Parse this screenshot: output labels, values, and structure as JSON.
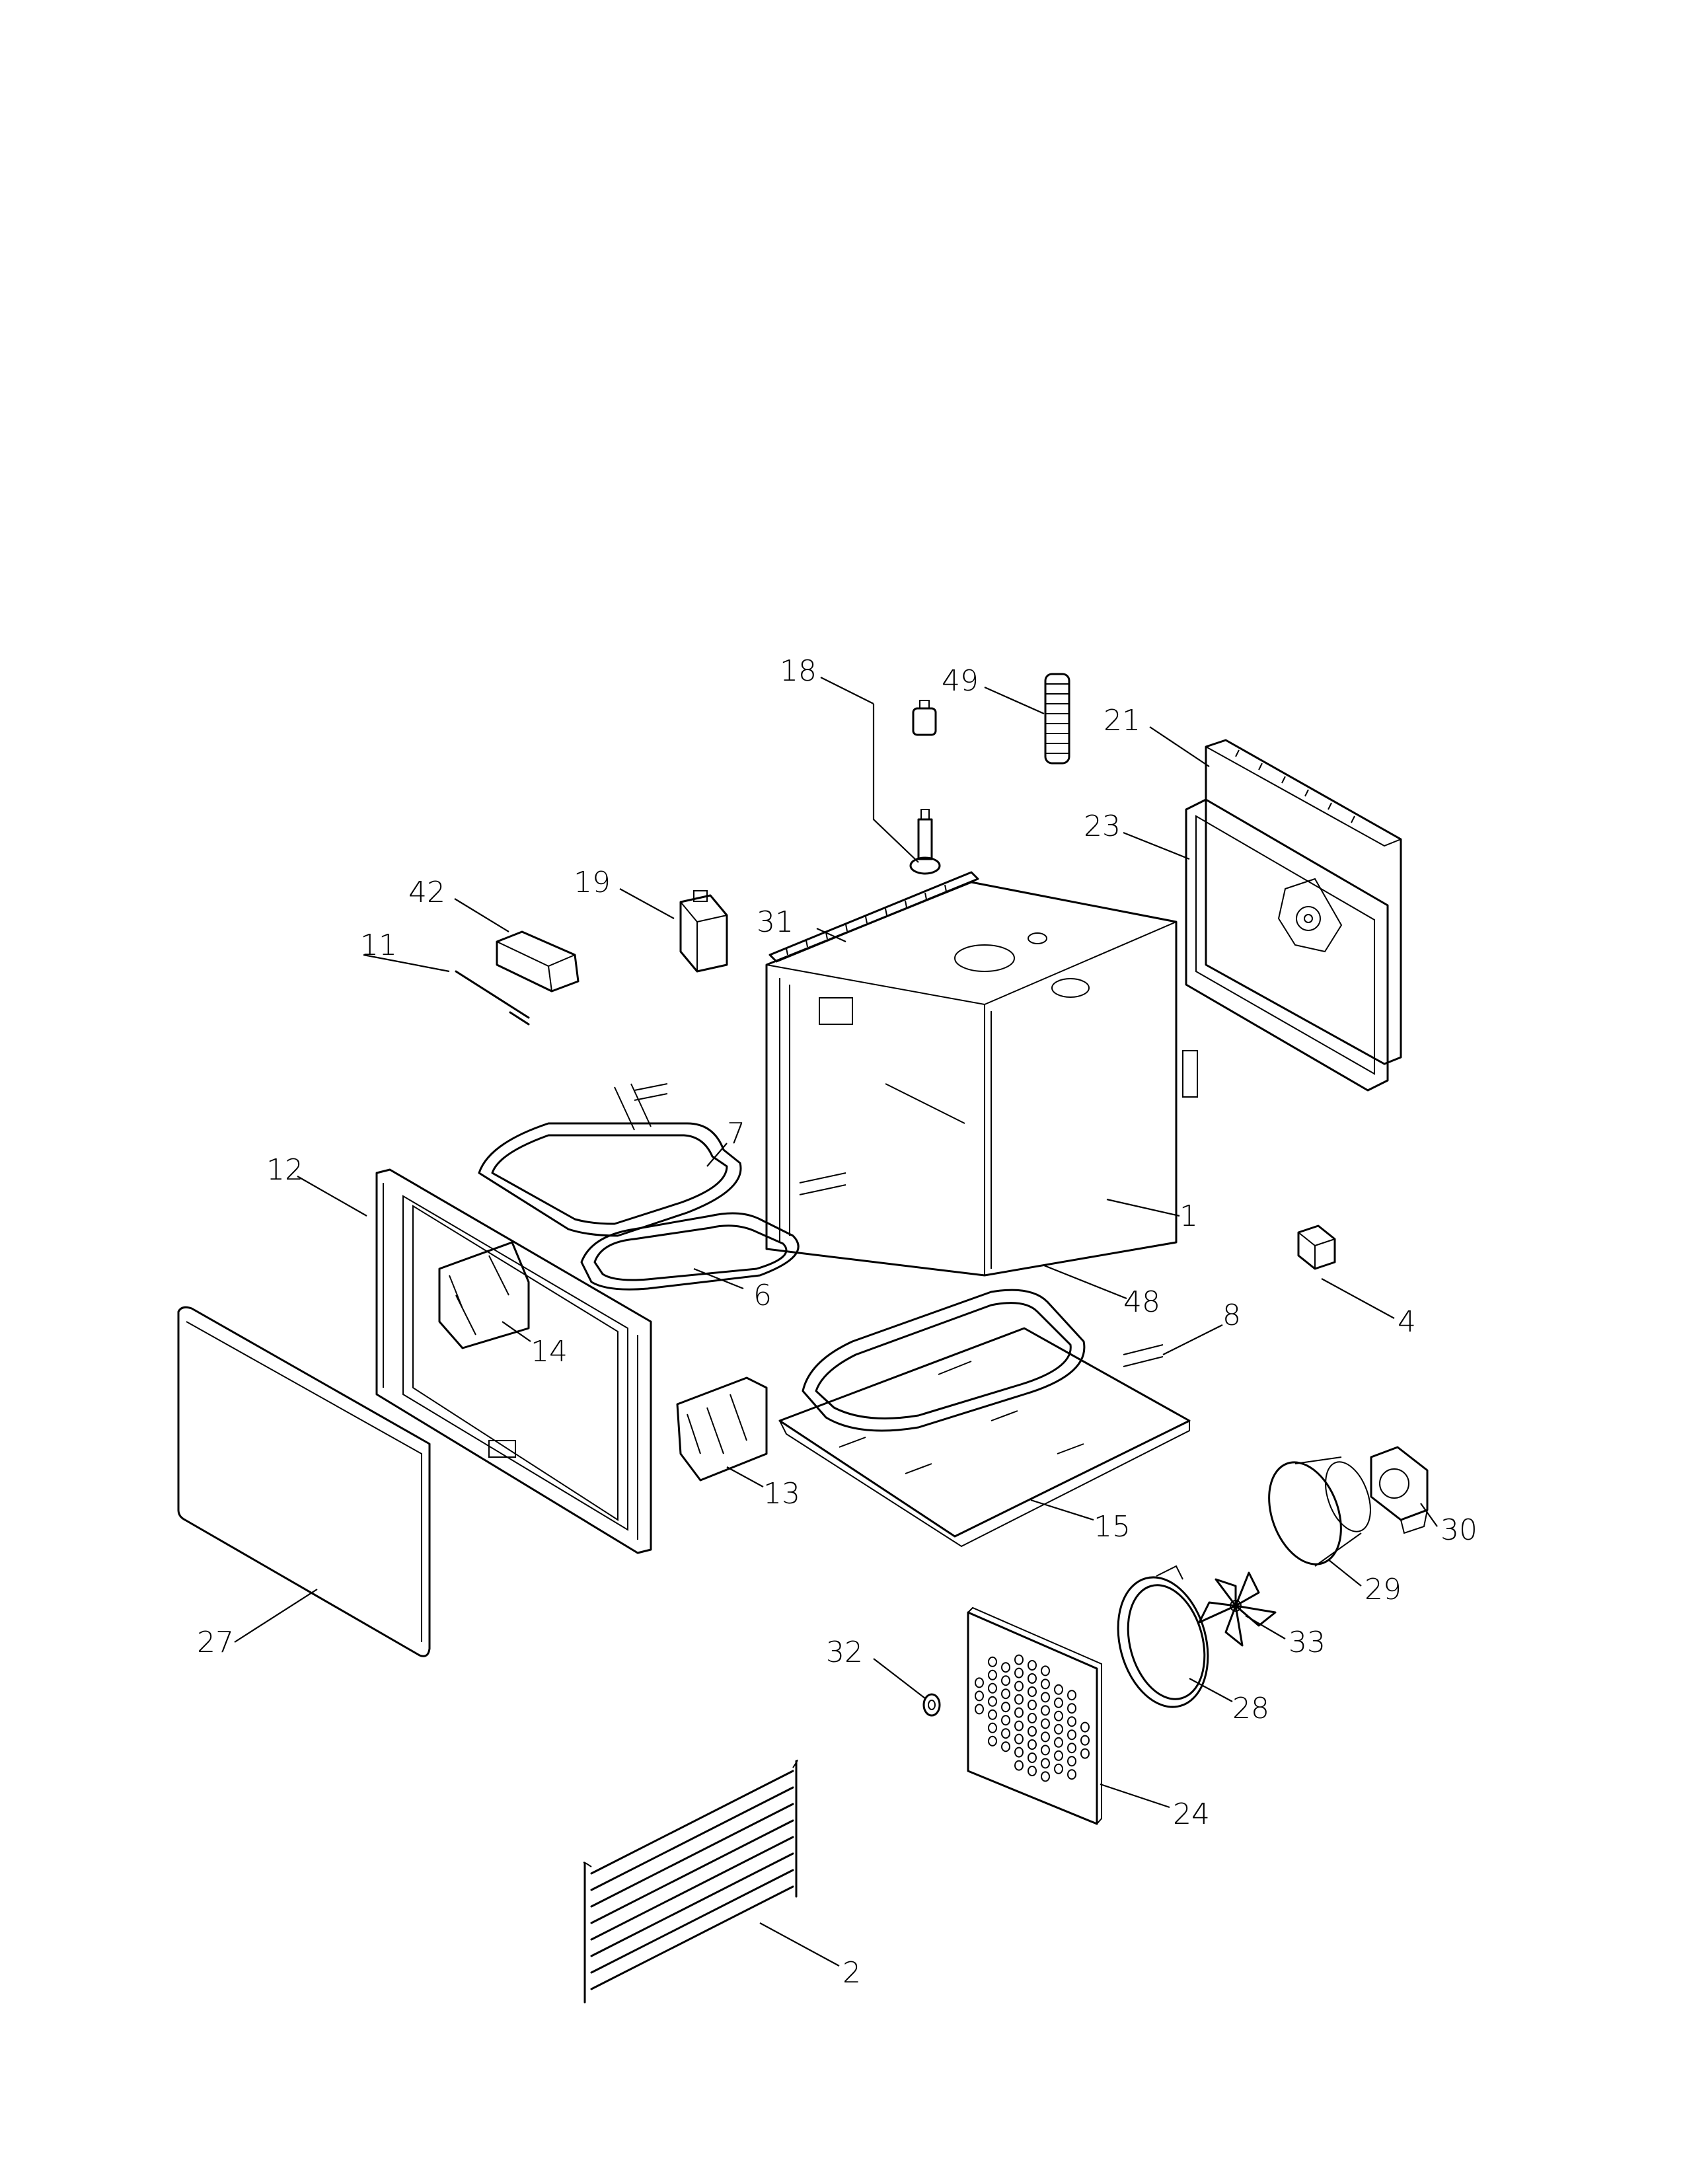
{
  "callouts": {
    "p1": "1",
    "p2": "2",
    "p4": "4",
    "p6": "6",
    "p7": "7",
    "p8": "8",
    "p11": "11",
    "p12": "12",
    "p13": "13",
    "p14": "14",
    "p15": "15",
    "p18": "18",
    "p19": "19",
    "p21": "21",
    "p23": "23",
    "p24": "24",
    "p27": "27",
    "p28": "28",
    "p29": "29",
    "p30": "30",
    "p31": "31",
    "p32": "32",
    "p33": "33",
    "p42": "42",
    "p48": "48",
    "p49": "49"
  }
}
